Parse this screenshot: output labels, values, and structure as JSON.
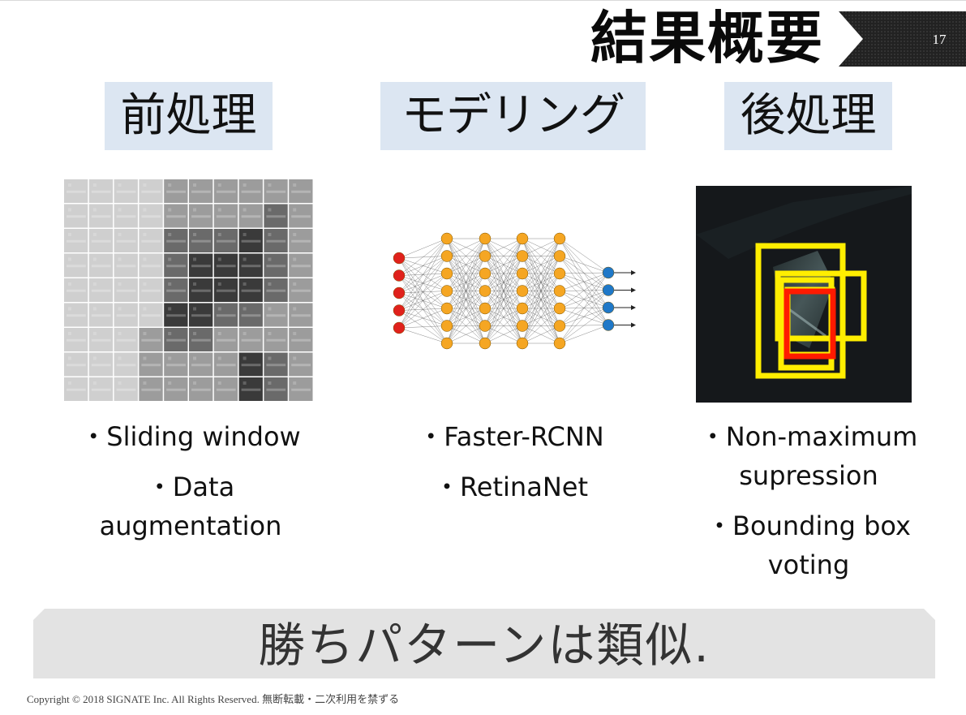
{
  "slide": {
    "title": "結果概要",
    "page_number": "17"
  },
  "colors": {
    "label_bg": "#dce6f2",
    "banner_bg": "#e3e3e3",
    "badge_bg": "#262626",
    "input_node": "#e0211c",
    "hidden_node": "#f5a623",
    "output_node": "#1f78c8",
    "box_yellow": "#ffee00",
    "box_red": "#ff1a00"
  },
  "columns": [
    {
      "label": "前処理",
      "image_icon": "grayscale-tile-grid",
      "bullets": [
        "・Sliding window",
        "・Data\naugmentation"
      ]
    },
    {
      "label": "モデリング",
      "image_icon": "neural-network-diagram",
      "bullets": [
        "・Faster-RCNN",
        "・RetinaNet"
      ]
    },
    {
      "label": "後処理",
      "image_icon": "detection-boxes-image",
      "bullets": [
        "・Non-maximum\nsupression",
        "・Bounding box\nvoting"
      ]
    }
  ],
  "conclusion": "勝ちパターンは類似.",
  "footer": "Copyright © 2018 SIGNATE Inc. All Rights Reserved. 無断転載・二次利用を禁ずる"
}
